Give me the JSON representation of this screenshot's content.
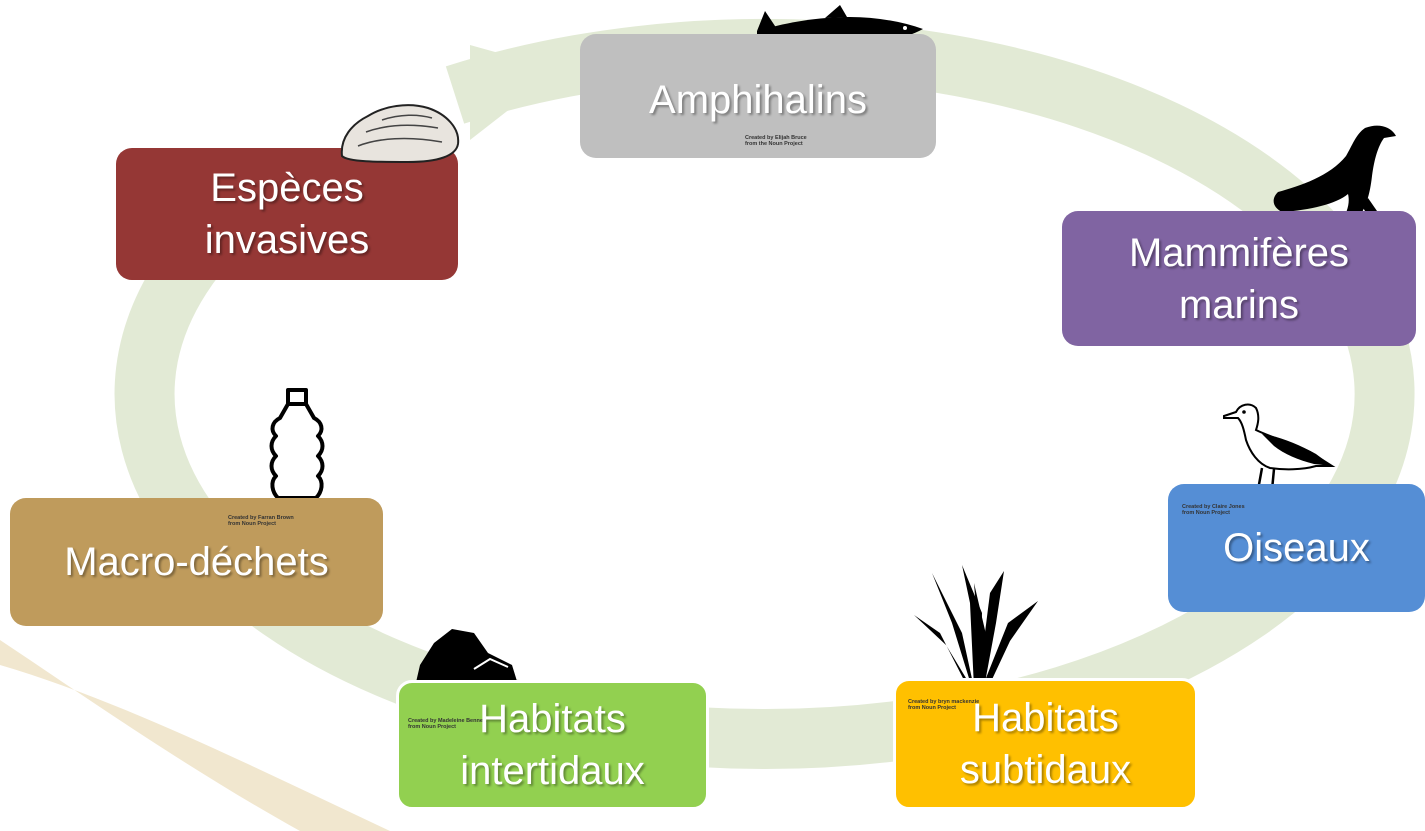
{
  "colors": {
    "cycle_arrow": "#e2ead5",
    "corner_swoosh": "#f1e7cf",
    "amphihalins": "#bfbfbf",
    "mammiferes": "#8064a2",
    "oiseaux": "#558ed5",
    "subtidaux": "#ffc000",
    "intertidaux": "#92d050",
    "macro_dechets": "#bf9b5c",
    "especes_invasives": "#953735"
  },
  "nodes": {
    "amphihalins": {
      "label": "Amphihalins",
      "icon": "salmon-fish-icon",
      "credit": "Created by Elijah Bruce\nfrom the Noun Project"
    },
    "mammiferes": {
      "label": "Mammifères\nmarins",
      "icon": "sea-lion-icon"
    },
    "oiseaux": {
      "label": "Oiseaux",
      "icon": "seagull-icon",
      "credit": "Created by Claire Jones\nfrom Noun Project"
    },
    "subtidaux": {
      "label": "Habitats\nsubtidaux",
      "icon": "seaweed-icon",
      "credit": "Created by bryn mackenzie\nfrom Noun Project"
    },
    "intertidaux": {
      "label": "Habitats\nintertidaux",
      "icon": "rock-icon",
      "credit": "Created by Madeleine Bennett\nfrom Noun Project"
    },
    "macro_dechets": {
      "label": "Macro-déchets",
      "icon": "plastic-bottle-icon",
      "credit": "Created by Farran Brown\nfrom Noun Project"
    },
    "especes_invasives": {
      "label": "Espèces\ninvasives",
      "icon": "oyster-icon"
    }
  }
}
